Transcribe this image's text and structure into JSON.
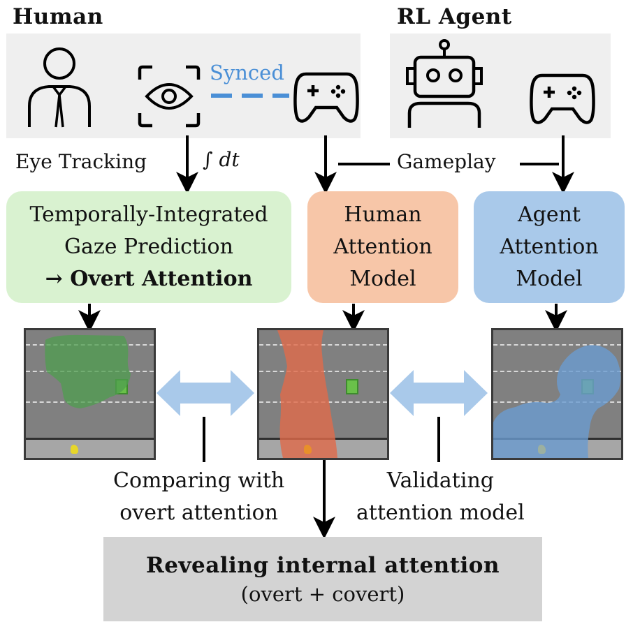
{
  "human": {
    "title": "Human",
    "synced_label": "Synced",
    "eye_tracking_label": "Eye Tracking",
    "integral_label": "∫ dt"
  },
  "agent": {
    "title": "RL Agent"
  },
  "gameplay_label": "Gameplay",
  "boxes": {
    "gaze": {
      "line1": "Temporally-Integrated",
      "line2": "Gaze Prediction",
      "line3_arrow": "→",
      "line3_bold": "Overt Attention"
    },
    "human_attention": {
      "line1": "Human",
      "line2": "Attention",
      "line3": "Model"
    },
    "agent_attention": {
      "line1": "Agent",
      "line2": "Attention",
      "line3": "Model"
    }
  },
  "comparing": {
    "line1": "Comparing with",
    "line2": "overt attention"
  },
  "validating": {
    "line1": "Validating",
    "line2": "attention model"
  },
  "result": {
    "title": "Revealing internal attention",
    "subtitle": "(overt + covert)"
  },
  "colors": {
    "panel_bg": "#efefef",
    "gaze_box": "#d9f2d0",
    "human_box": "#f7c6a8",
    "agent_box": "#a9c9ea",
    "synced_blue": "#4a8fd6",
    "double_arrow": "#a9c9ea",
    "result_bg": "#d3d3d3",
    "green_attention": "#4f9e4f",
    "red_attention": "#e06a4a",
    "blue_attention": "#6a9bd0"
  },
  "icons": [
    "person-icon",
    "eye-tracking-icon",
    "gamepad-icon",
    "robot-icon"
  ]
}
